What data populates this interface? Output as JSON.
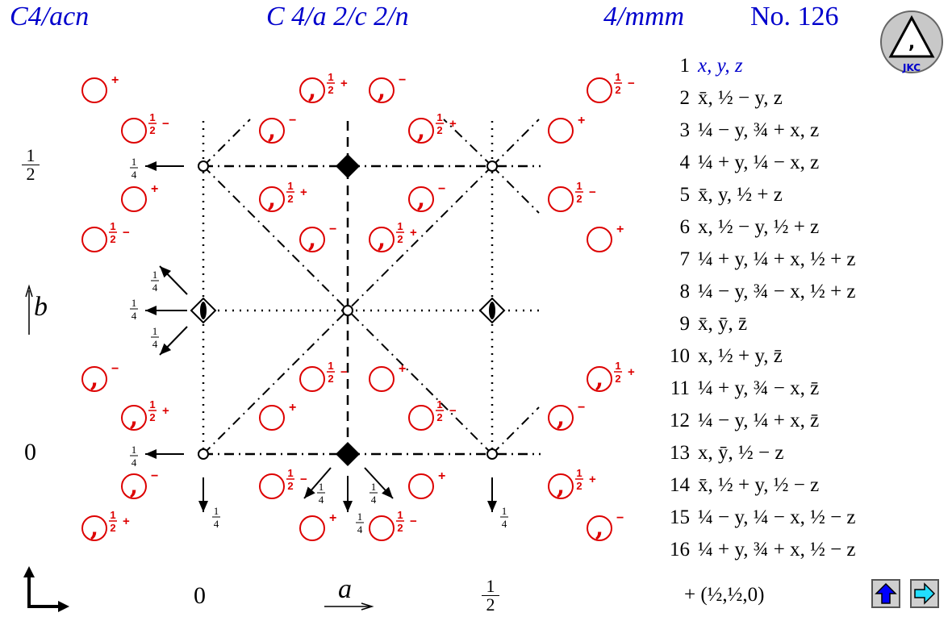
{
  "header": {
    "hm_short": "C4/acn",
    "hm_full": "C 4/a 2/c 2/n",
    "point_group": "4/mmm",
    "number": "No. 126"
  },
  "axes": {
    "b_label": "b",
    "a_label": "a",
    "zero": "0",
    "half": "1/2"
  },
  "logo": {
    "text": "JKC"
  },
  "positions": [
    {
      "num": "1",
      "text": "x, y, z"
    },
    {
      "num": "2",
      "text": "x̄, ½ − y, z"
    },
    {
      "num": "3",
      "text": "¼ − y, ¾ + x, z"
    },
    {
      "num": "4",
      "text": "¼ + y, ¼ − x, z"
    },
    {
      "num": "5",
      "text": "x̄, y, ½ + z"
    },
    {
      "num": "6",
      "text": "x, ½ − y, ½ + z"
    },
    {
      "num": "7",
      "text": "¼ + y, ¼ + x, ½ + z"
    },
    {
      "num": "8",
      "text": "¼ − y, ¾ − x, ½ + z"
    },
    {
      "num": "9",
      "text": "x̄, ȳ, z̄"
    },
    {
      "num": "10",
      "text": "x, ½ + y, z̄"
    },
    {
      "num": "11",
      "text": "¼ + y, ¾ − x, z̄"
    },
    {
      "num": "12",
      "text": "¼ − y, ¼ + x, z̄"
    },
    {
      "num": "13",
      "text": "x, ȳ, ½ − z"
    },
    {
      "num": "14",
      "text": "x̄, ½ + y, ½ − z"
    },
    {
      "num": "15",
      "text": "¼ − y, ¼ − x, ½ − z"
    },
    {
      "num": "16",
      "text": "¼ + y, ¾ + x, ½ − z"
    }
  ],
  "centering": "+ (½,½,0)",
  "colors": {
    "title": "#0000cc",
    "atoms": "#dd0000",
    "nav_up": "#0000ff",
    "nav_right": "#22ddff"
  },
  "nav": {
    "up_icon": "up-arrow-icon",
    "right_icon": "right-arrow-icon"
  }
}
